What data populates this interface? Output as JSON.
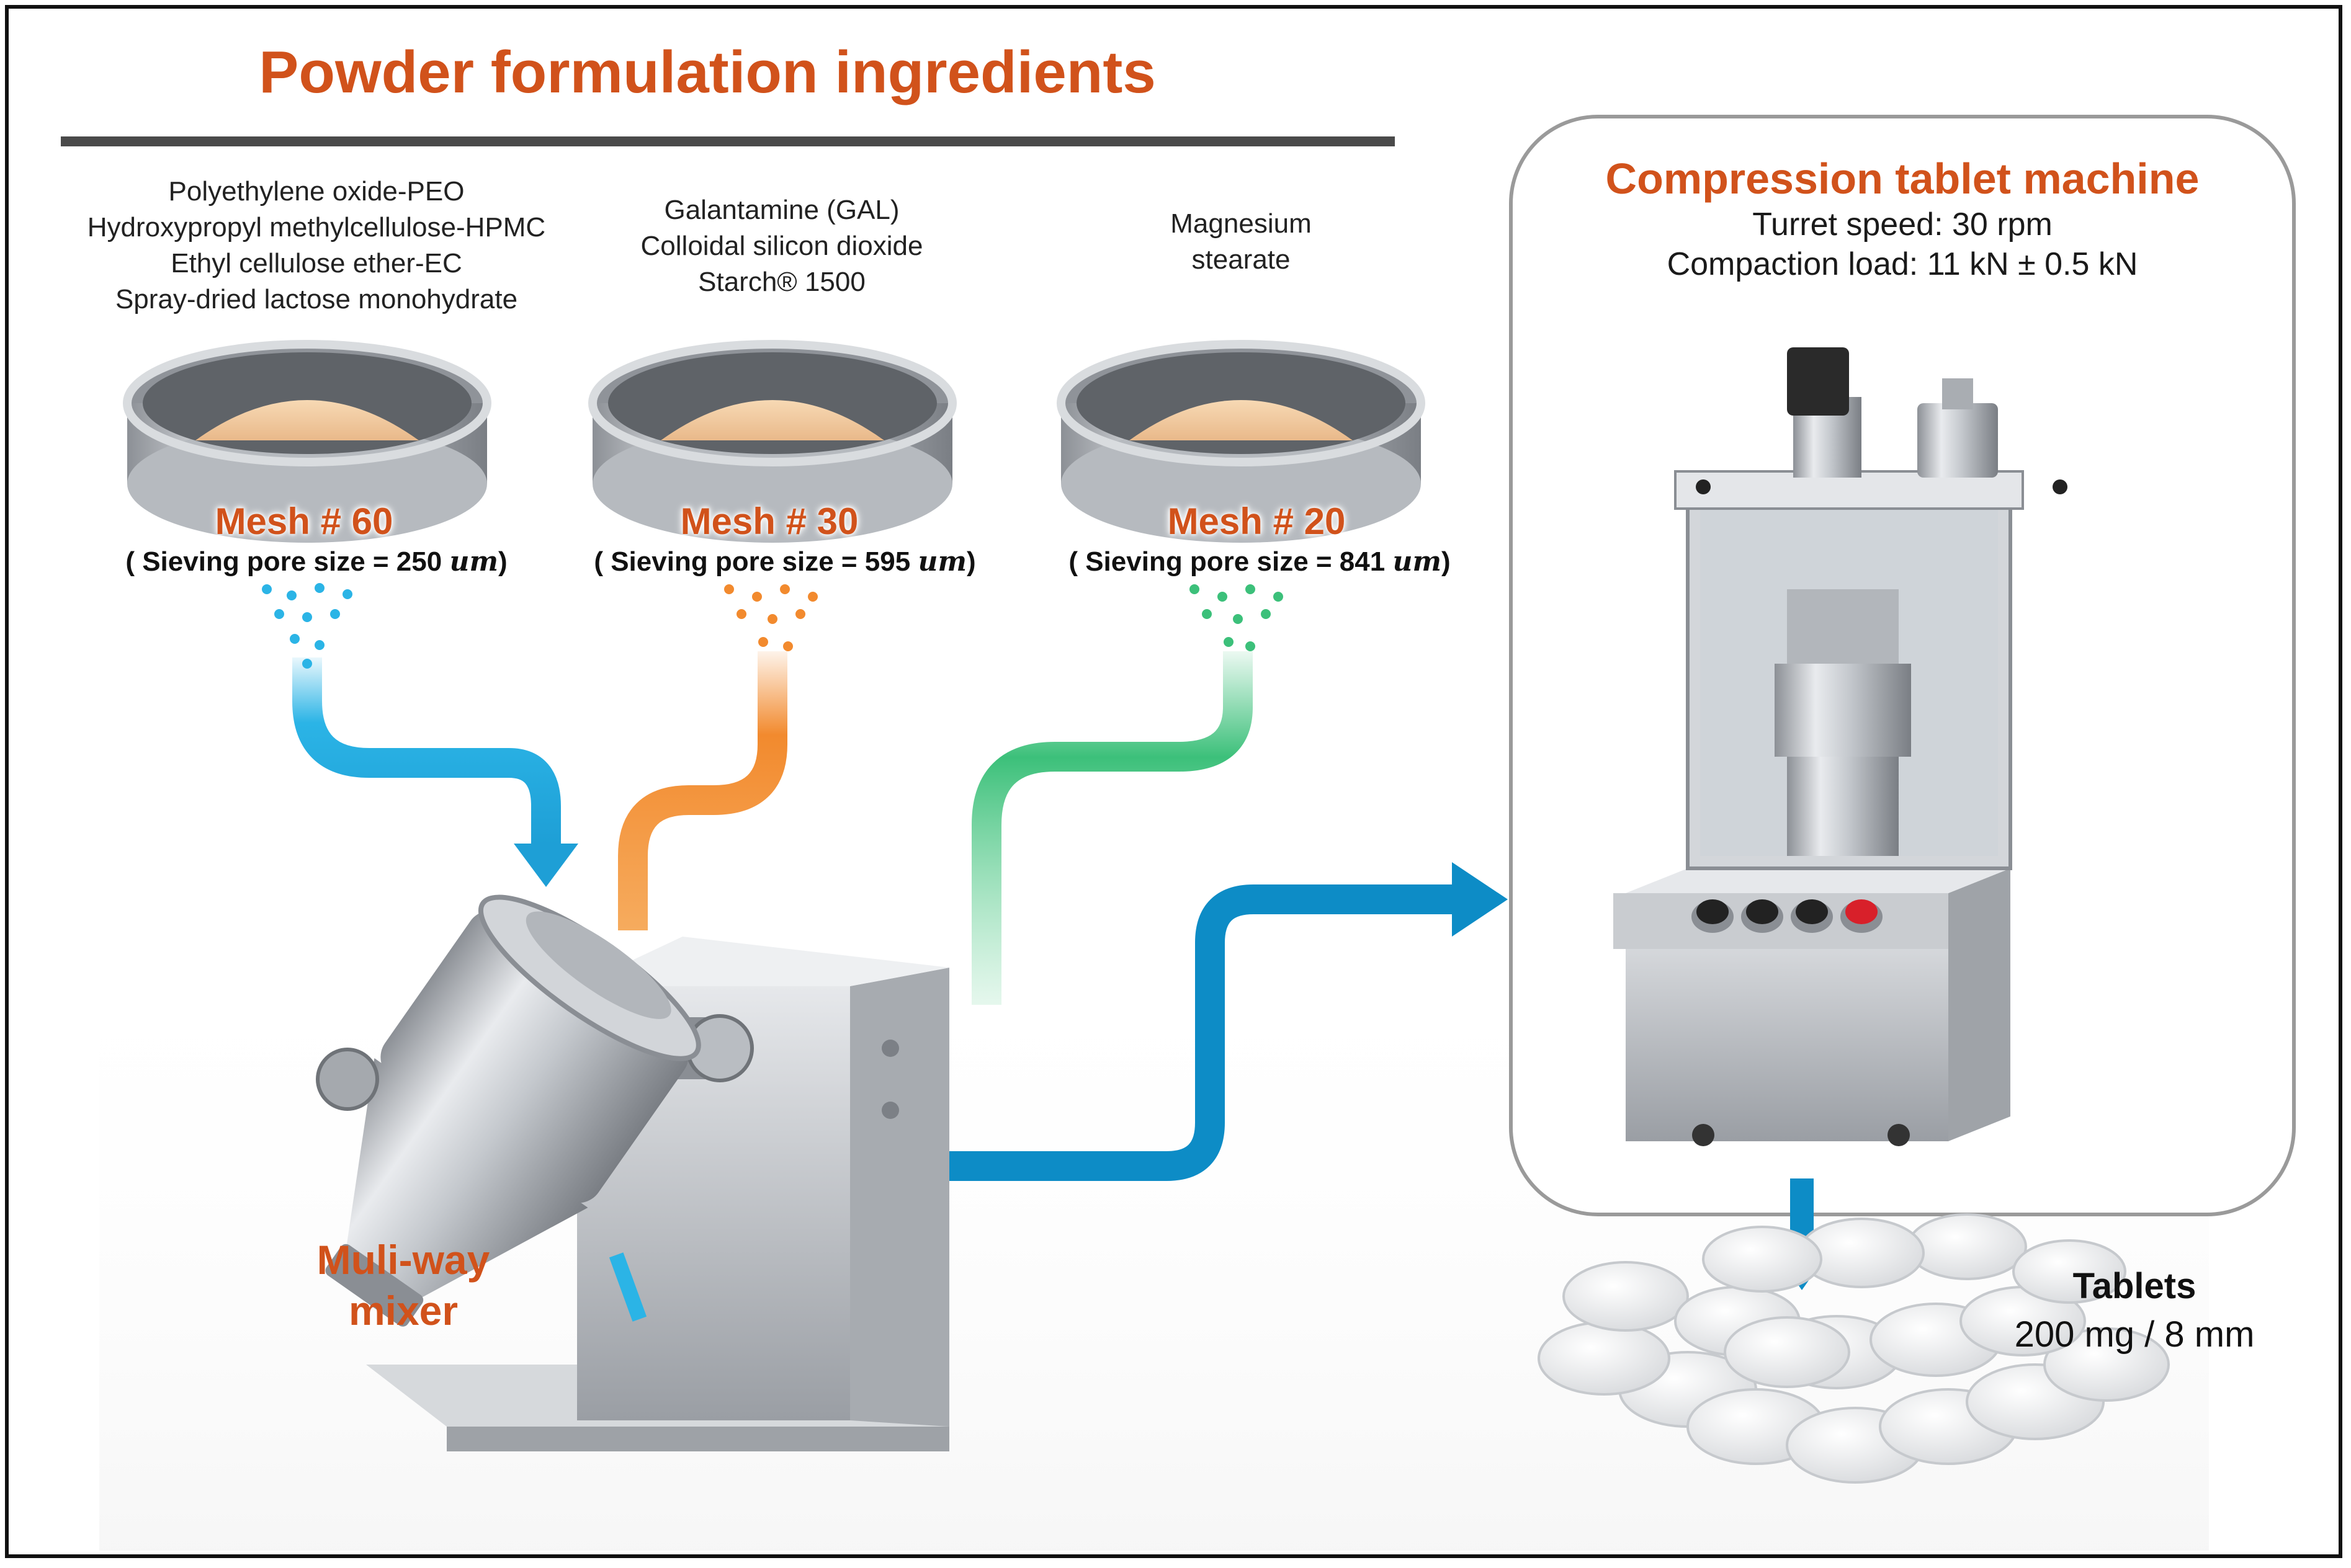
{
  "title": "Powder formulation ingredients",
  "groups": [
    {
      "ingredients": [
        "Polyethylene oxide-PEO",
        "Hydroxypropyl methylcellulose-HPMC",
        "Ethyl cellulose ether-EC",
        "Spray-dried lactose monohydrate"
      ],
      "mesh": "Mesh # 60",
      "pore_prefix": "( Sieving pore size = 250 ",
      "pore_unit": "um",
      "pore_suffix": ")",
      "color": "#2bb4e6"
    },
    {
      "ingredients": [
        "Galantamine (GAL)",
        "Colloidal silicon dioxide",
        "Starch® 1500"
      ],
      "mesh": "Mesh # 30",
      "pore_prefix": "( Sieving pore size = 595 ",
      "pore_unit": "um",
      "pore_suffix": ")",
      "color": "#f28a2e"
    },
    {
      "ingredients": [
        "Magnesium",
        "stearate"
      ],
      "mesh": "Mesh # 20",
      "pore_prefix": "( Sieving pore size = 841 ",
      "pore_unit": "um",
      "pore_suffix": ")",
      "color": "#3cc07a"
    }
  ],
  "mixer": {
    "line1": "Muli-way",
    "line2": "mixer"
  },
  "machine": {
    "title": "Compression tablet machine",
    "speed": "Turret speed: 30 rpm",
    "load": "Compaction load: 11 kN ± 0.5 kN",
    "button_colors": [
      "#222222",
      "#222222",
      "#222222",
      "#d8202a"
    ]
  },
  "tablets": {
    "title": "Tablets",
    "spec": "200 mg / 8 mm"
  },
  "colors": {
    "accent": "#d1521b",
    "flow_out": "#0d8cc6"
  }
}
